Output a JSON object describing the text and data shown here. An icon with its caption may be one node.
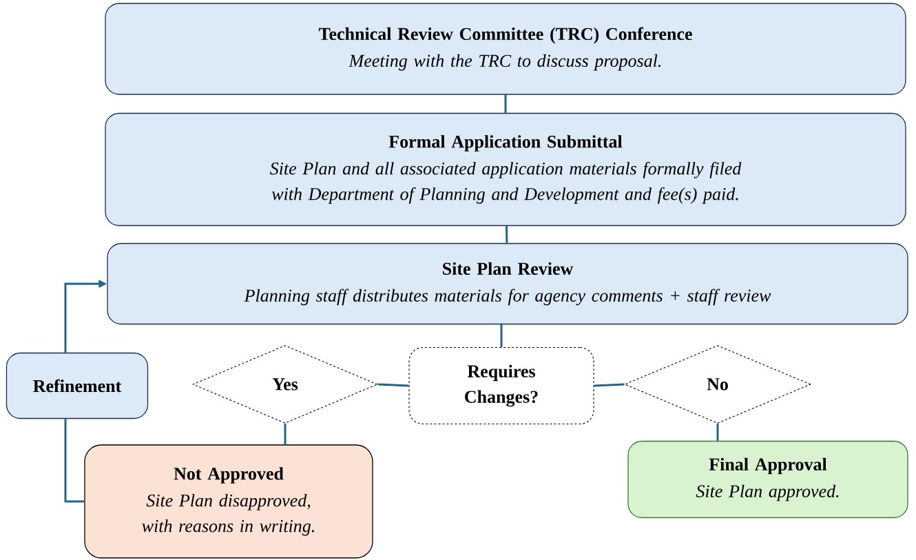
{
  "diagram": {
    "nodes": [
      {
        "text": [
          "Technical Review Committee (TRC) Conference",
          "Meeting with the TRC to discuss proposal."
        ]
      },
      {
        "text": [
          "Formal Application Submittal",
          "Site Plan and all associated application materials formally filed with Department of Planning and Development and fee(s) paid."
        ]
      },
      {
        "text": [
          "Site Plan Review",
          "Planning staff distributes materials for agency comments + staff review"
        ]
      },
      {
        "text": [
          "Refinement"
        ]
      },
      {
        "text": [
          "Yes"
        ]
      },
      {
        "text": [
          "Requires Changes?"
        ]
      },
      {
        "text": [
          "No"
        ]
      },
      {
        "text": [
          "Not Approved",
          "Site Plan disapproved, with reasons in writing."
        ]
      },
      {
        "text": [
          "Final Approval",
          "Site Plan approved."
        ]
      }
    ],
    "edges": [
      {
        "from": 0,
        "to": 1,
        "arrow": "none"
      },
      {
        "from": 1,
        "to": 2,
        "arrow": "none"
      },
      {
        "from": 2,
        "to": 5,
        "arrow": "none"
      },
      {
        "from": 5,
        "to": 4,
        "arrow": "none"
      },
      {
        "from": 5,
        "to": 6,
        "arrow": "none"
      },
      {
        "from": 4,
        "to": 7,
        "arrow": "none"
      },
      {
        "from": 6,
        "to": 8,
        "arrow": "none"
      },
      {
        "from": 7,
        "to": 3,
        "arrow": "none"
      },
      {
        "from": 3,
        "to": 2,
        "arrow": "to"
      }
    ]
  }
}
